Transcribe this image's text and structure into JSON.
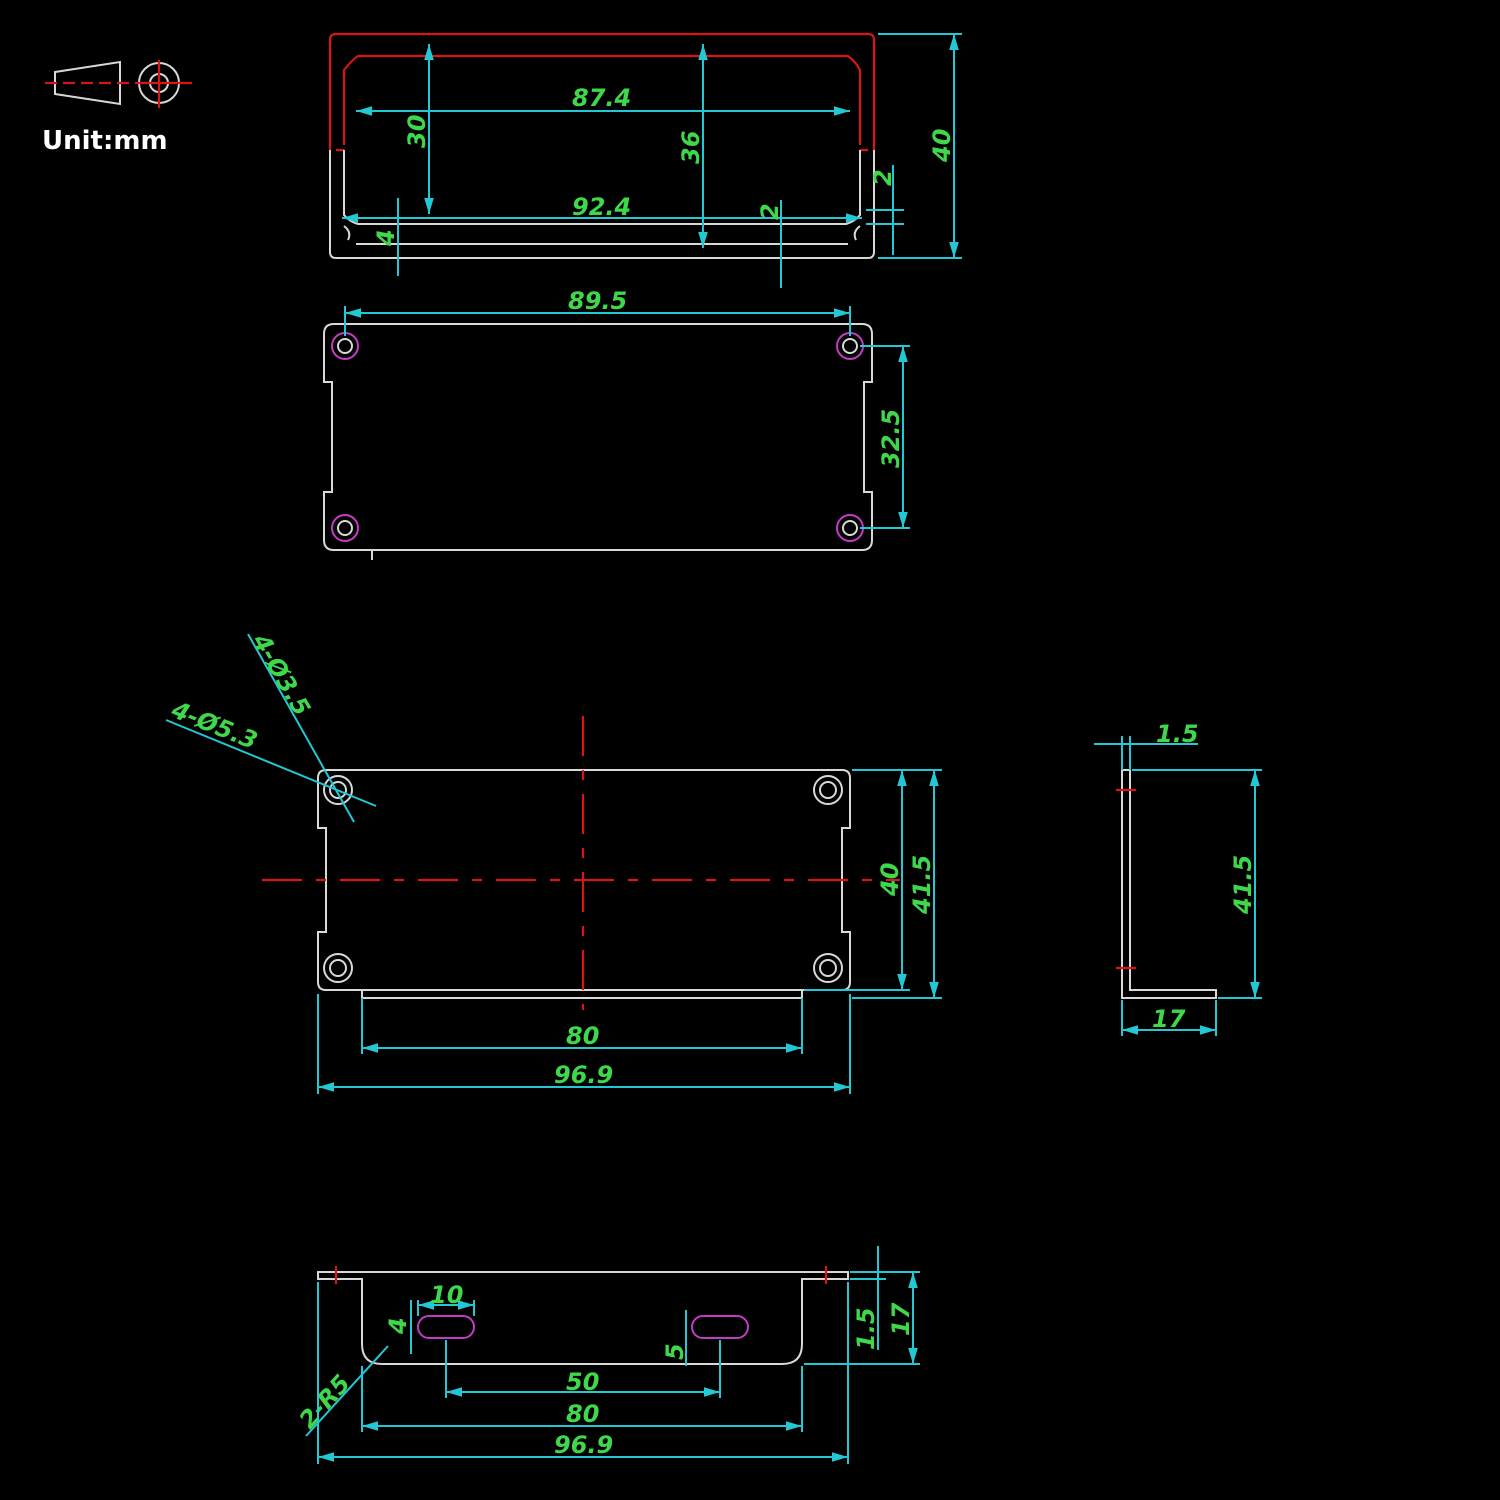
{
  "unit_label": "Unit:mm",
  "colors": {
    "dimension_line": "#22c8d4",
    "dimension_text": "#3fd84a",
    "outline": "#d8d8d8",
    "center_line": "#d81616",
    "hole_marker": "#c43cc4",
    "background": "#000000"
  },
  "icons": [
    "projection-symbol-icon"
  ],
  "profile_view": {
    "d_inner_top": "87.4",
    "d_inner_bottom": "92.4",
    "d_inner_height": "30",
    "d_inner_total_height": "36",
    "d_outer_height": "40",
    "d_slot_2_right": "2",
    "d_slot_2_bottom": "2",
    "d_bottom_4": "4"
  },
  "top_view": {
    "d_hole_spacing_w": "89.5",
    "d_hole_spacing_h": "32.5"
  },
  "end_panel_view": {
    "d_hole_small": "4-Ø3.5",
    "d_hole_large": "4-Ø5.3",
    "d_height_40": "40",
    "d_height_41_5": "41.5",
    "d_width_80": "80",
    "d_width_96_9": "96.9"
  },
  "side_view": {
    "d_thickness": "1.5",
    "d_height": "41.5",
    "d_flange": "17"
  },
  "bottom_view": {
    "d_slot_len": "10",
    "d_slot_h": "4",
    "d_slot_gap": "5",
    "d_radius": "2-R5",
    "d_slot_spacing": "50",
    "d_width_80": "80",
    "d_width_96_9": "96.9",
    "d_thickness": "1.5",
    "d_height": "17"
  }
}
